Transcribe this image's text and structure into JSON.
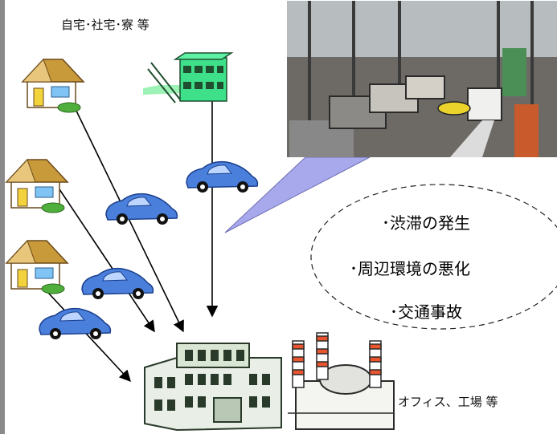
{
  "labels": {
    "homes": "自宅･社宅･寮 等",
    "destination": "オフィス、工場 等"
  },
  "issues": [
    "･渋滞の発生",
    "･周辺環境の悪化",
    "･交通事故"
  ],
  "colors": {
    "car": "#4a7fdc",
    "house_roof": "#c99a3a",
    "dorm": "#3ee08a",
    "callout": "#a8a8ec",
    "chimney_stripe": "#e8552e"
  },
  "icons": {
    "houses": [
      "house-icon",
      "house-icon",
      "house-icon"
    ],
    "dorm": "dormitory-icon",
    "cars": [
      "car-icon",
      "car-icon",
      "car-icon",
      "car-icon"
    ],
    "office": "office-building-icon",
    "factory": "factory-icon",
    "photo": "traffic-jam-photo"
  }
}
